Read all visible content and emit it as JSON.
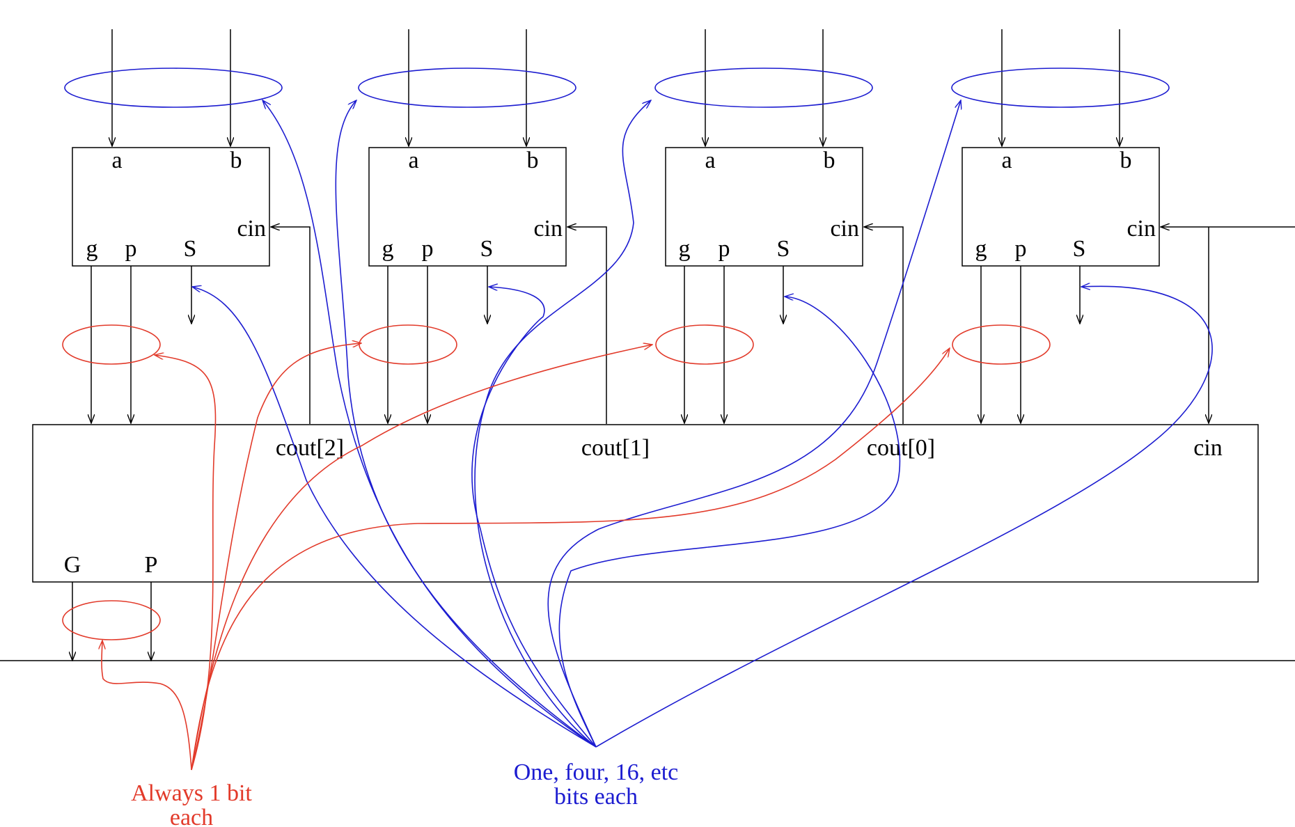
{
  "adder_blocks": [
    {
      "a": "a",
      "b": "b",
      "cin": "cin",
      "g": "g",
      "p": "p",
      "s": "S"
    },
    {
      "a": "a",
      "b": "b",
      "cin": "cin",
      "g": "g",
      "p": "p",
      "s": "S"
    },
    {
      "a": "a",
      "b": "b",
      "cin": "cin",
      "g": "g",
      "p": "p",
      "s": "S"
    },
    {
      "a": "a",
      "b": "b",
      "cin": "cin",
      "g": "g",
      "p": "p",
      "s": "S"
    }
  ],
  "carry_unit": {
    "cout_labels": [
      "cout[2]",
      "cout[1]",
      "cout[0]"
    ],
    "cin": "cin",
    "g_out": "G",
    "p_out": "P"
  },
  "notes": {
    "red_line1": "Always 1 bit",
    "red_line2": "each",
    "blue_line1": "One, four, 16, etc",
    "blue_line2": "bits each"
  },
  "colors": {
    "wire": "#000000",
    "multi_bit_annotation": "#1c1cd0",
    "single_bit_annotation": "#e23a2a"
  }
}
